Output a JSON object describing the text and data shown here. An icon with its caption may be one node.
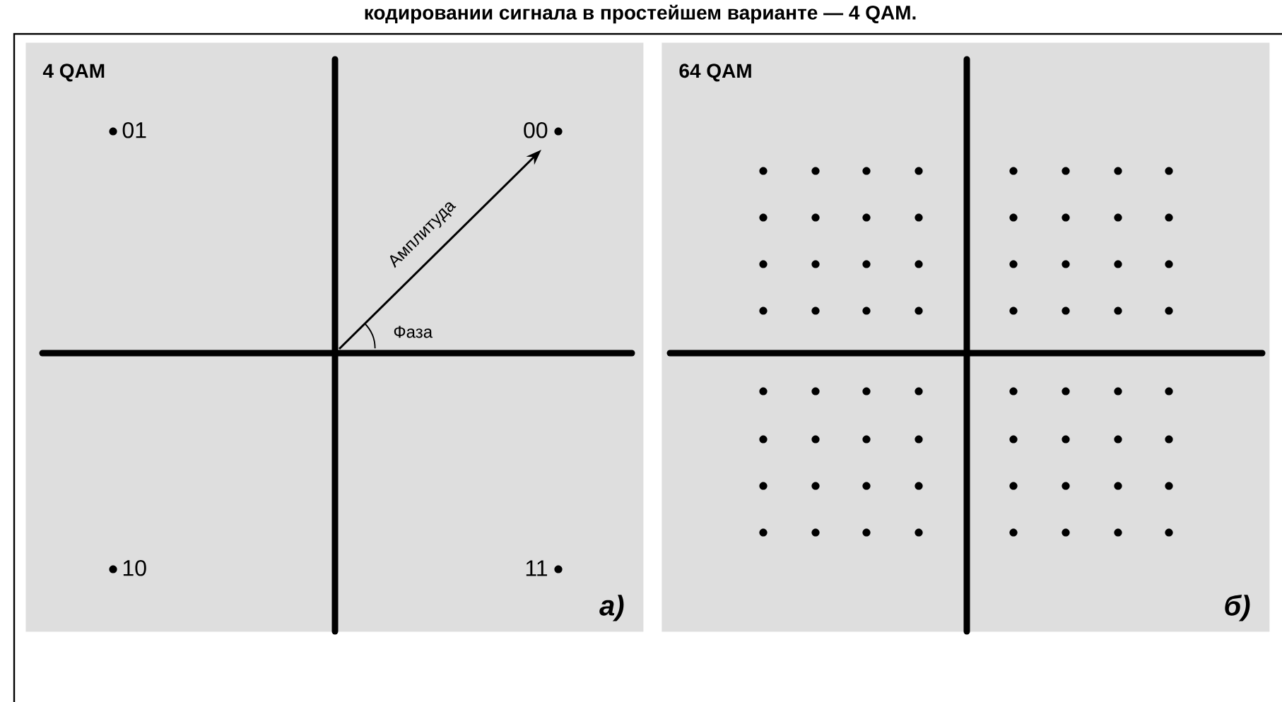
{
  "diagram": {
    "nodes": [
      {
        "text": [
          "4 QAM",
          "а)"
        ]
      },
      {
        "text": [
          "64 QAM",
          "б)"
        ]
      }
    ],
    "labels": [
      "кодировании сигнала в простейшем варианте — 4 QAM.",
      "01",
      "00",
      "10",
      "11",
      "Амплитуда",
      "Фаза"
    ]
  }
}
